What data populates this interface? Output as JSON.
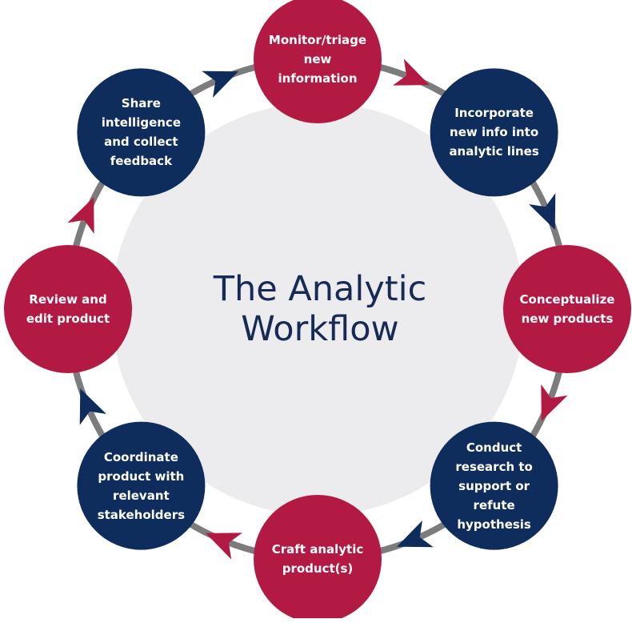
{
  "title": "The Analytic\nWorkflow",
  "colors": {
    "navy": "#0f2d5c",
    "crimson": "#b21a44",
    "ring": "#7c7c7c",
    "center_fill": "#ececee",
    "title": "#162a55"
  },
  "steps": [
    {
      "label": "Monitor/triage\nnew\ninformation",
      "color": "crimson"
    },
    {
      "label": "Incorporate\nnew info into\nanalytic lines",
      "color": "navy"
    },
    {
      "label": "Conceptualize\nnew products",
      "color": "crimson"
    },
    {
      "label": "Conduct\nresearch to\nsupport or\nrefute\nhypothesis",
      "color": "navy"
    },
    {
      "label": "Craft analytic\nproduct(s)",
      "color": "crimson"
    },
    {
      "label": "Coordinate\nproduct with\nrelevant\nstakeholders",
      "color": "navy"
    },
    {
      "label": "Review and\nedit product",
      "color": "crimson"
    },
    {
      "label": "Share\nintelligence\nand collect\nfeedback",
      "color": "navy"
    }
  ],
  "arrows": [
    {
      "name": "arrow-monitor-to-incorporate",
      "color": "crimson"
    },
    {
      "name": "arrow-incorporate-to-conceptualize",
      "color": "navy"
    },
    {
      "name": "arrow-conceptualize-to-conduct",
      "color": "crimson"
    },
    {
      "name": "arrow-conduct-to-craft",
      "color": "navy"
    },
    {
      "name": "arrow-craft-to-coordinate",
      "color": "crimson"
    },
    {
      "name": "arrow-coordinate-to-review",
      "color": "navy"
    },
    {
      "name": "arrow-review-to-share",
      "color": "crimson"
    },
    {
      "name": "arrow-share-to-monitor",
      "color": "navy"
    }
  ]
}
